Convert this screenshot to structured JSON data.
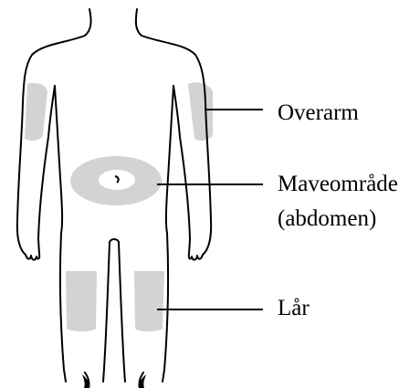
{
  "labels": {
    "upper_arm": "Overarm",
    "abdomen_line1": "Maveområde",
    "abdomen_line2": "(abdomen)",
    "thigh": "Lår"
  },
  "colors": {
    "outline": "#000000",
    "injection_zone": "#d3d3d3",
    "background": "#ffffff"
  }
}
